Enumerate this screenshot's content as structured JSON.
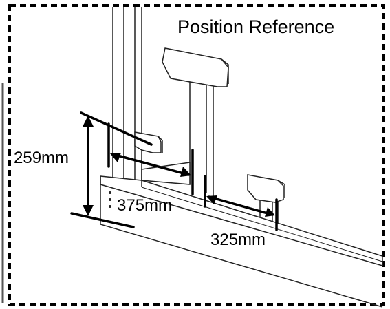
{
  "title": "Position Reference",
  "dimensions": {
    "height": "259mm",
    "spacing_first": "375mm",
    "spacing_second": "325mm"
  }
}
